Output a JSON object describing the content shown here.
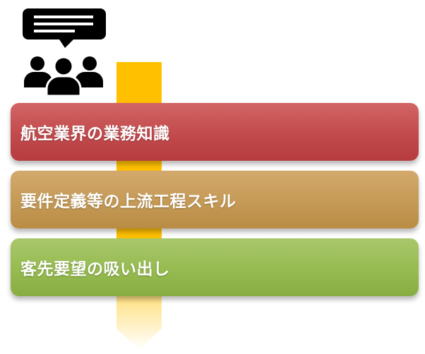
{
  "icon": {
    "name": "people-discussion-icon"
  },
  "arrow": {
    "color_top": "#FFC000",
    "color_bottom": "#FFFFFF"
  },
  "rows": [
    {
      "label": "航空業界の業務知識",
      "color": "#C0504D"
    },
    {
      "label": "要件定義等の上流工程スキル",
      "color": "#C49A56"
    },
    {
      "label": "客先要望の吸い出し",
      "color": "#9BBB59"
    }
  ]
}
